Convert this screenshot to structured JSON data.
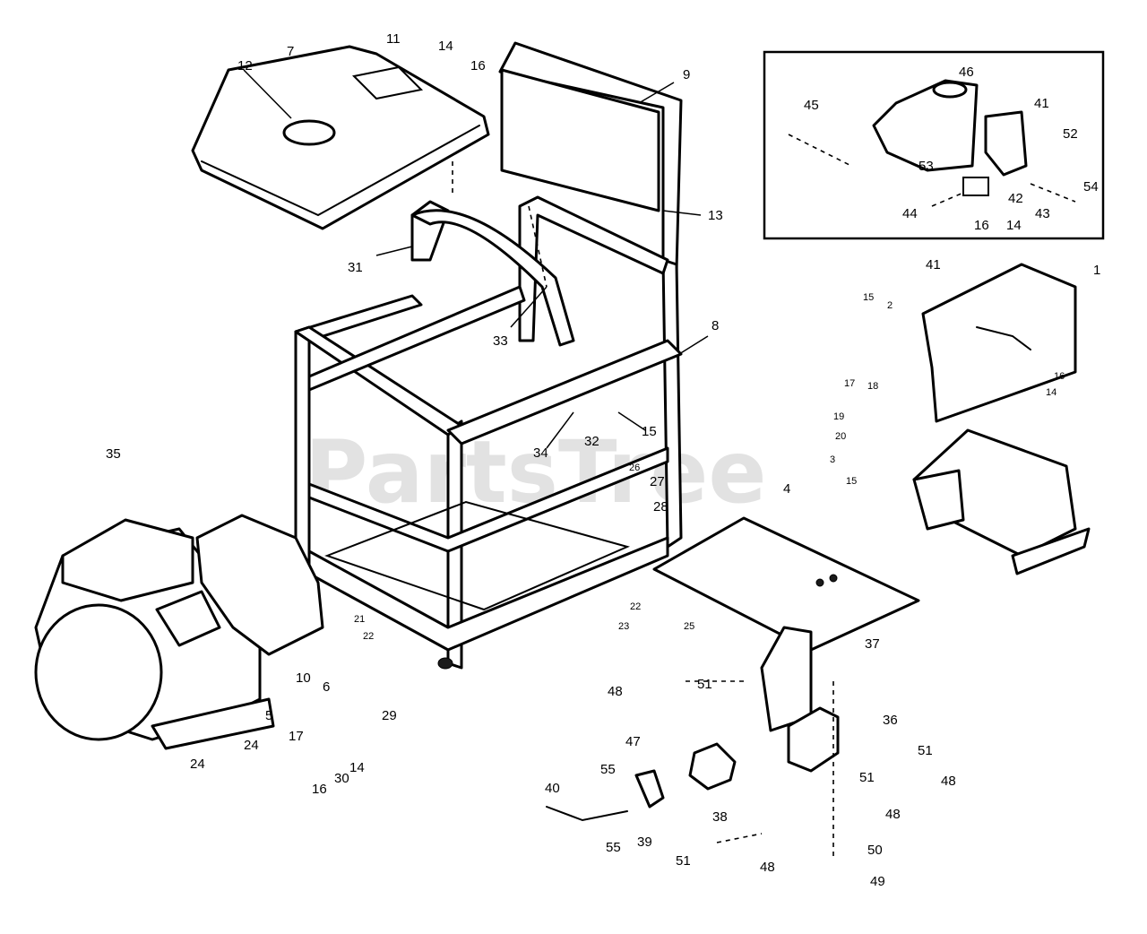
{
  "watermark": "PartsTree",
  "labels": [
    "1",
    "2",
    "3",
    "4",
    "5",
    "6",
    "7",
    "8",
    "9",
    "10",
    "11",
    "12",
    "13",
    "14",
    "15",
    "16",
    "17",
    "18",
    "19",
    "20",
    "21",
    "22",
    "23",
    "24",
    "25",
    "26",
    "27",
    "28",
    "29",
    "30",
    "31",
    "32",
    "33",
    "34",
    "35",
    "36",
    "37",
    "38",
    "39",
    "40",
    "41",
    "42",
    "43",
    "44",
    "45",
    "46",
    "47",
    "48",
    "49",
    "50",
    "51",
    "52",
    "53",
    "54",
    "55"
  ]
}
